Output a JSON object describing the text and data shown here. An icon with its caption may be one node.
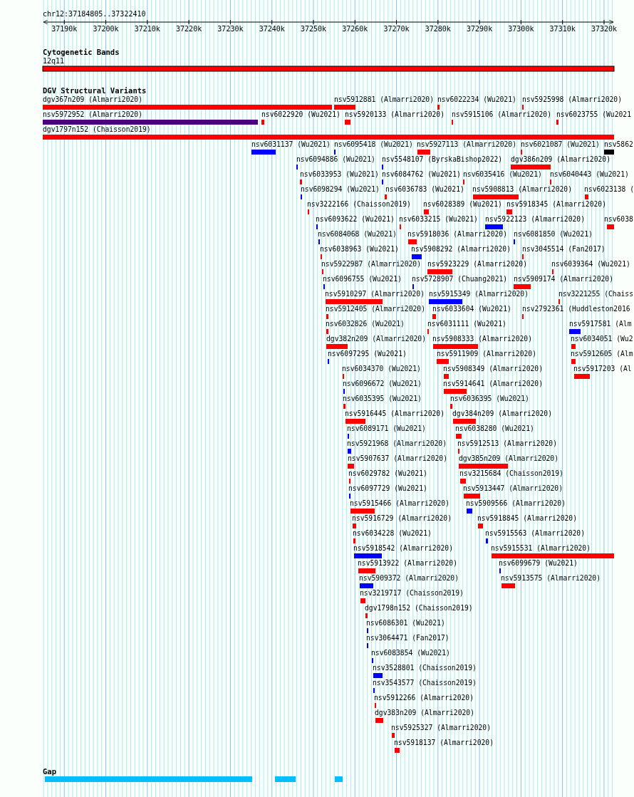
{
  "diagram": {
    "labels": [
      "chr12:37184805..37322410",
      "37190k",
      "37200k",
      "37210k",
      "37220k",
      "37230k",
      "37240k",
      "37250k",
      "37260k",
      "37270k",
      "37280k",
      "37290k",
      "37300k",
      "37310k",
      "37320k",
      "Cytogenetic Bands",
      "12q11",
      "DGV Structural Variants",
      "dgv367n209 (Almarri2020)",
      "nsv5912881 (Almarri2020)",
      "nsv6022234 (Wu2021)",
      "nsv5925998 (Almarri2020)",
      "nsv5972952 (Almarri2020)",
      "nsv6022920 (Wu2021)",
      "nsv5920133 (Almarri2020)",
      "nsv5915106 (Almarri2020)",
      "nsv6023755 (Wu2021",
      "dgv1797n152 (Chaisson2019)",
      "nsv6031137 (Wu2021)",
      "nsv6095418 (Wu2021)",
      "nsv5927113 (Almarri2020)",
      "nsv6021087 (Wu2021)",
      "nsv5862",
      "nsv6094886 (Wu2021)",
      "nsv5548107 (ByrskaBishop2022)",
      "dgv386n209 (Almarri2020)",
      "nsv6033953 (Wu2021)",
      "nsv6084762 (Wu2021)",
      "nsv6035416 (Wu2021)",
      "nsv6040443 (Wu2021)",
      "nsv6098294 (Wu2021)",
      "nsv6036783 (Wu2021)",
      "nsv5908813 (Almarri2020)",
      "nsv6023138 (",
      "nsv3222166 (Chaisson2019)",
      "nsv6028389 (Wu2021)",
      "nsv5918345 (Almarri2020)",
      "nsv6093622 (Wu2021)",
      "nsv6033215 (Wu2021)",
      "nsv5922123 (Almarri2020)",
      "nsv6038",
      "nsv6084068 (Wu2021)",
      "nsv5918036 (Almarri2020)",
      "nsv6081850 (Wu2021)",
      "nsv6038963 (Wu2021)",
      "nsv5908292 (Almarri2020)",
      "nsv3045514 (Fan2017)",
      "nsv5922987 (Almarri2020)",
      "nsv5923229 (Almarri2020)",
      "nsv6039364 (Wu2021)",
      "nsv6096755 (Wu2021)",
      "nsv5728907 (Chuang2021)",
      "nsv5909174 (Almarri2020)",
      "nsv5910297 (Almarri2020)",
      "nsv5915349 (Almarri2020)",
      "nsv3221255 (Chaiss",
      "nsv5912405 (Almarri2020)",
      "nsv6033604 (Wu2021)",
      "nsv2792361 (Huddleston2016",
      "nsv6032826 (Wu2021)",
      "nsv6031111 (Wu2021)",
      "nsv5917581 (Alm",
      "dgv382n209 (Almarri2020)",
      "nsv5908333 (Almarri2020)",
      "nsv6034051 (Wu2",
      "nsv6097295 (Wu2021)",
      "nsv5911909 (Almarri2020)",
      "nsv5912605 (Alm",
      "nsv6034370 (Wu2021)",
      "nsv5908349 (Almarri2020)",
      "nsv5917203 (Al",
      "nsv6096672 (Wu2021)",
      "nsv5914641 (Almarri2020)",
      "nsv6035395 (Wu2021)",
      "nsv6036395 (Wu2021)",
      "nsv5916445 (Almarri2020)",
      "dgv384n209 (Almarri2020)",
      "nsv6089171 (Wu2021)",
      "nsv6038280 (Wu2021)",
      "nsv5921968 (Almarri2020)",
      "nsv5912513 (Almarri2020)",
      "nsv5907637 (Almarri2020)",
      "dgv385n209 (Almarri2020)",
      "nsv6029782 (Wu2021)",
      "nsv3215684 (Chaisson2019)",
      "nsv6097729 (Wu2021)",
      "nsv5913447 (Almarri2020)",
      "nsv5915466 (Almarri2020)",
      "nsv5909566 (Almarri2020)",
      "nsv5916729 (Almarri2020)",
      "nsv5918845 (Almarri2020)",
      "nsv6034228 (Wu2021)",
      "nsv5915563 (Almarri2020)",
      "nsv5918542 (Almarri2020)",
      "nsv5915531 (Almarri2020)",
      "nsv5913922 (Almarri2020)",
      "nsv6099679 (Wu2021)",
      "nsv5909372 (Almarri2020)",
      "nsv5913575 (Almarri2020)",
      "nsv3219717 (Chaisson2019)",
      "dgv1798n152 (Chaisson2019)",
      "nsv6086301 (Wu2021)",
      "nsv3064471 (Fan2017)",
      "nsv6083854 (Wu2021)",
      "nsv3528801 (Chaisson2019)",
      "nsv3543577 (Chaisson2019)",
      "nsv5912266 (Almarri2020)",
      "dgv383n209 (Almarri2020)",
      "nsv5925327 (Almarri2020)",
      "nsv5918137 (Almarri2020)",
      "Gap"
    ]
  }
}
